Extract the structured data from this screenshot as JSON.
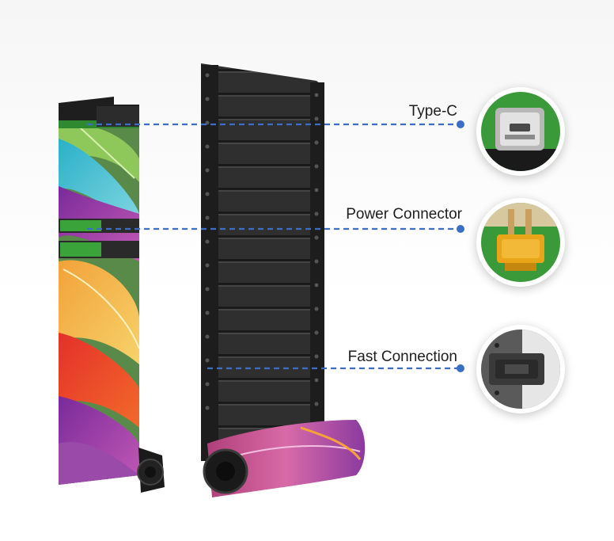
{
  "callouts": {
    "type_c": "Type-C",
    "power_connector": "Power Connector",
    "fast_connection": "Fast Connection"
  },
  "colors": {
    "callout_line": "#3b6fc4",
    "panel_dark": "#2b2b2b",
    "pcb_green": "#3a9a3a",
    "connector_yellow": "#e8a51a"
  }
}
